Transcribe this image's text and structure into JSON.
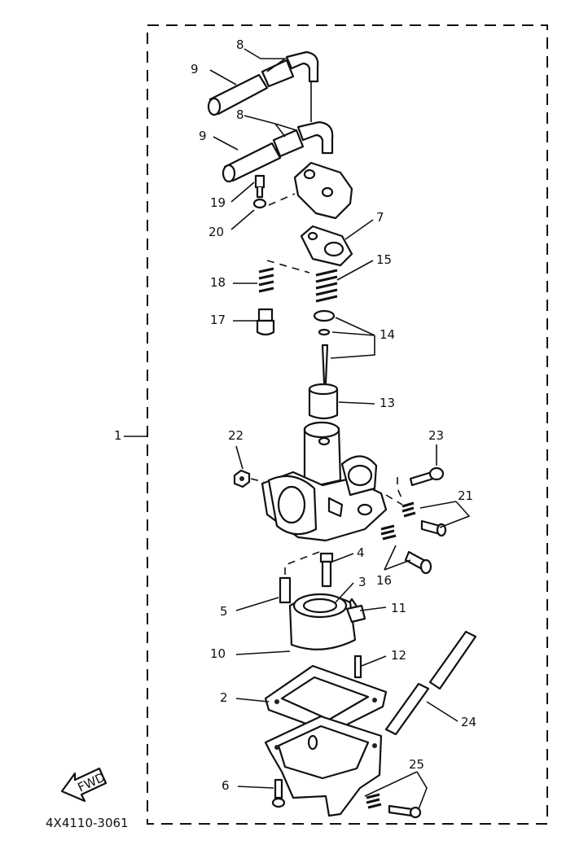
{
  "figure_code": "4X4110-3061",
  "fwd_label": "FWD",
  "callouts": {
    "c1": "1",
    "c2": "2",
    "c3": "3",
    "c4": "4",
    "c5": "5",
    "c6": "6",
    "c7": "7",
    "c8a": "8",
    "c8b": "8",
    "c9a": "9",
    "c9b": "9",
    "c10": "10",
    "c11": "11",
    "c12": "12",
    "c13": "13",
    "c14": "14",
    "c15": "15",
    "c16": "16",
    "c17": "17",
    "c18": "18",
    "c19": "19",
    "c20": "20",
    "c21": "21",
    "c22": "22",
    "c23": "23",
    "c24": "24",
    "c25": "25"
  }
}
